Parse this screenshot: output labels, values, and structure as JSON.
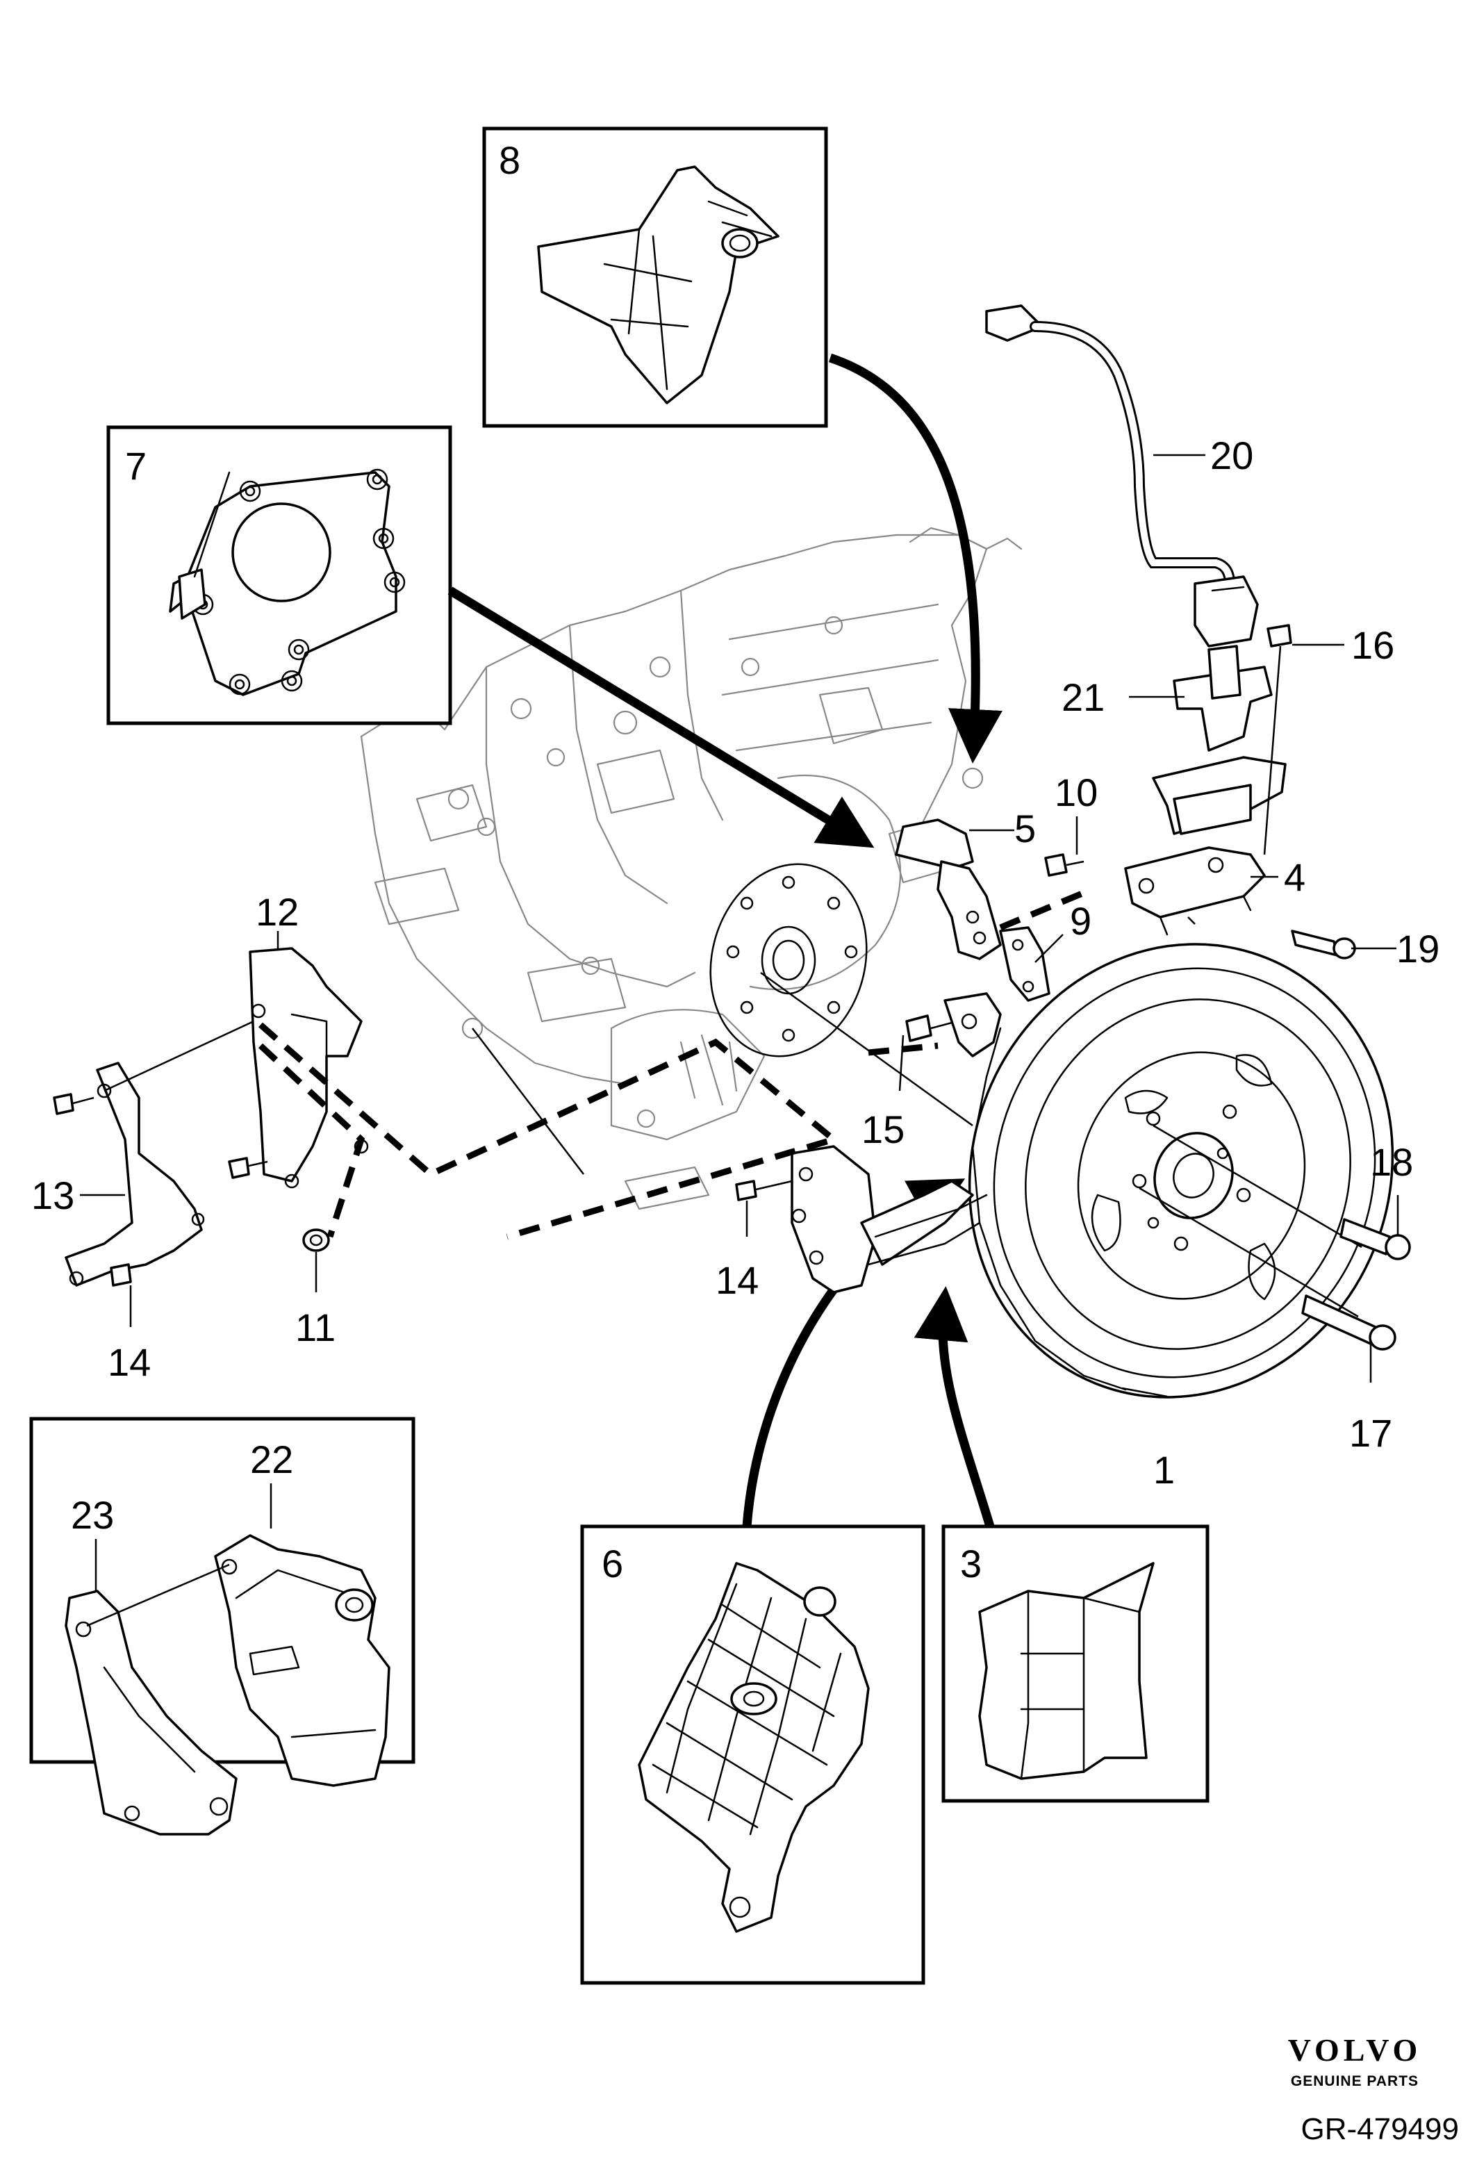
{
  "callouts": {
    "c1": "1",
    "c3": "3",
    "c4": "4",
    "c5": "5",
    "c6": "6",
    "c7": "7",
    "c8": "8",
    "c9": "9",
    "c10": "10",
    "c11": "11",
    "c12": "12",
    "c13": "13",
    "c14a": "14",
    "c14b": "14",
    "c15": "15",
    "c16": "16",
    "c17": "17",
    "c18": "18",
    "c19": "19",
    "c20": "20",
    "c21": "21",
    "c22": "22",
    "c23": "23"
  },
  "branding": {
    "logo": "VOLVO",
    "tagline": "GENUINE PARTS"
  },
  "figure_ref": "GR-479499"
}
